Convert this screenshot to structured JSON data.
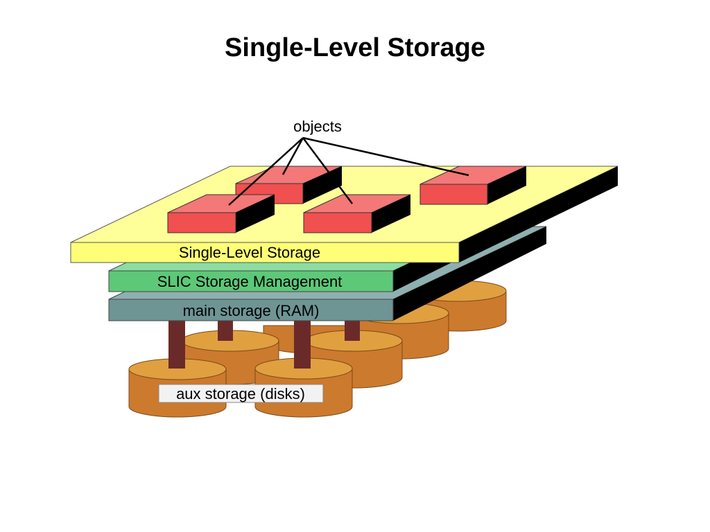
{
  "title": "Single-Level Storage",
  "diagram": {
    "objects_label": "objects",
    "layers": {
      "single_level_storage": "Single-Level Storage",
      "slic_storage_management": "SLIC Storage Management",
      "main_storage": "main storage (RAM)"
    },
    "aux_storage_label": "aux storage (disks)"
  },
  "colors": {
    "single_level_layer": "#FFFF88",
    "slic_layer": "#5DC878",
    "main_storage_layer": "#6E9494",
    "object_block": "#F05050",
    "disk": "#CC7A2E",
    "disk_top": "#E0A040",
    "connector": "#6B2A2A",
    "shadow": "#000000"
  }
}
